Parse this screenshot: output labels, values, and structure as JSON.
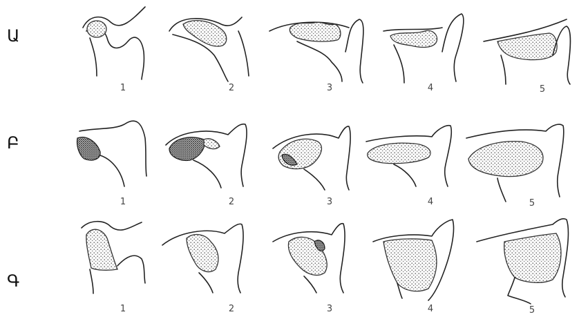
{
  "rows": [
    {
      "label": "Ա",
      "numbers": [
        "1",
        "2",
        "3",
        "4",
        "5"
      ]
    },
    {
      "label": "Բ",
      "numbers": [
        "1",
        "2",
        "3",
        "4",
        "5"
      ]
    },
    {
      "label": "Գ",
      "numbers": [
        "1",
        "2",
        "3",
        "4",
        "5"
      ]
    }
  ]
}
